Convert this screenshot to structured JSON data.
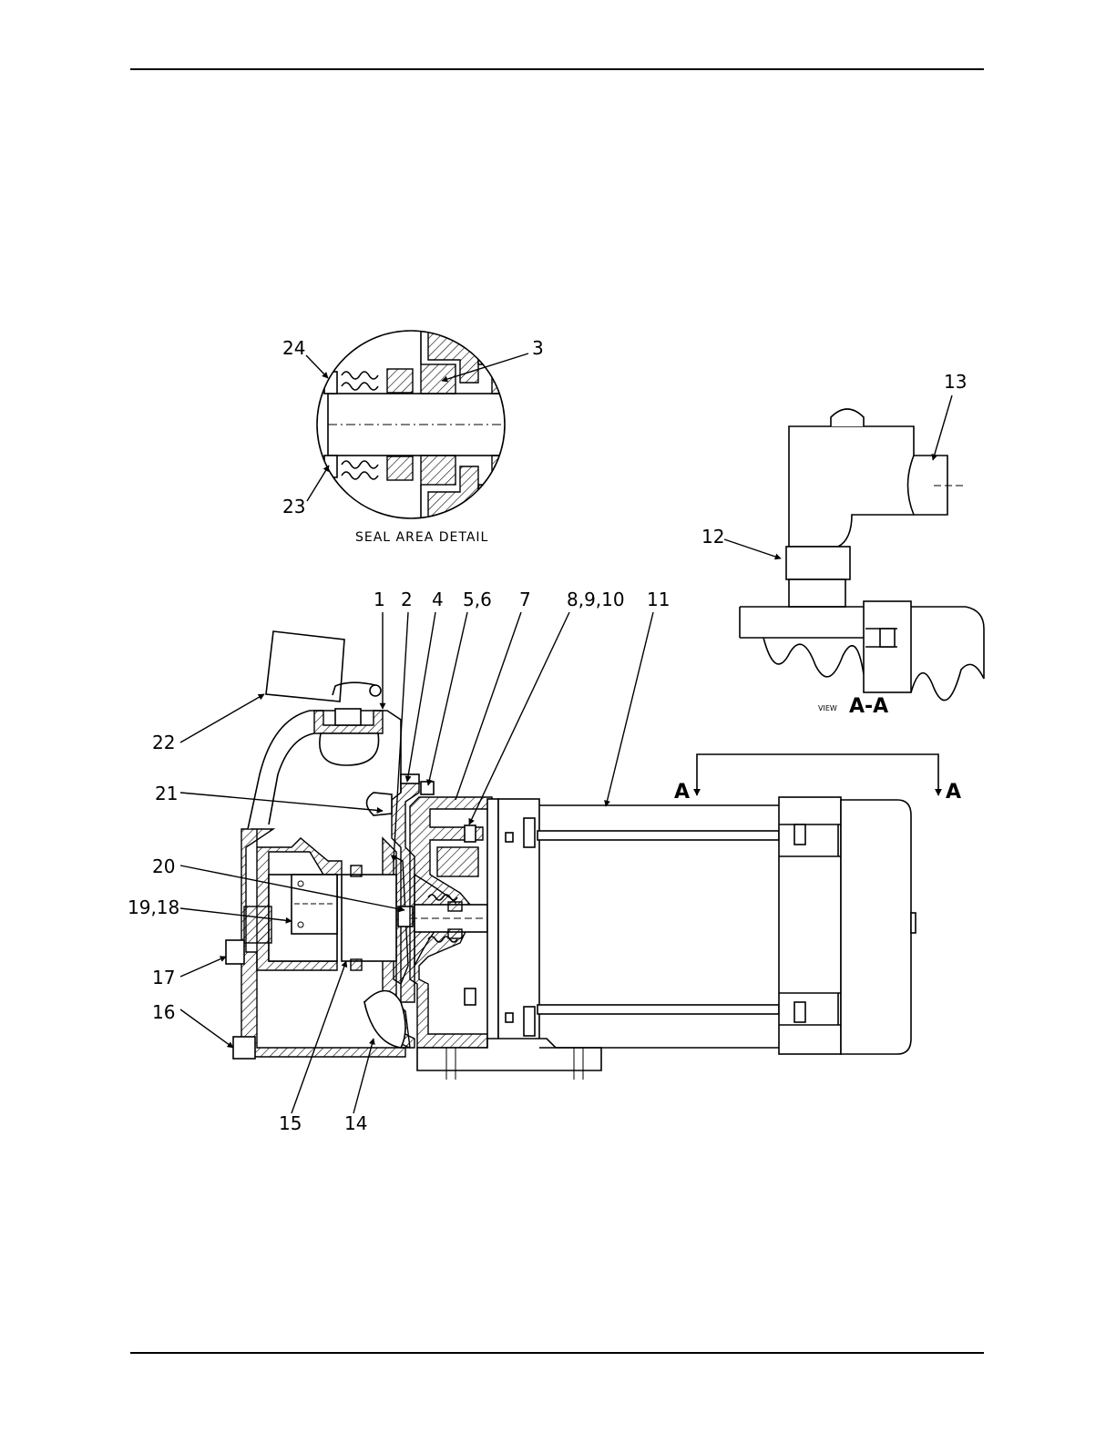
{
  "seal_detail": {
    "caption": "SEAL AREA DETAIL",
    "callouts": [
      "24",
      "3",
      "23"
    ]
  },
  "view_aa": {
    "caption_prefix": "VIEW",
    "caption_main": "A-A",
    "callouts": [
      "13",
      "12"
    ]
  },
  "section_marks": {
    "left": "A",
    "right": "A"
  },
  "main_callouts": {
    "c1": "1",
    "c2": "2",
    "c4": "4",
    "c56": "5,6",
    "c7": "7",
    "c8910": "8,9,10",
    "c11": "11",
    "c22": "22",
    "c21": "21",
    "c20": "20",
    "c1918": "19,18",
    "c17": "17",
    "c16": "16",
    "c15": "15",
    "c14": "14"
  }
}
